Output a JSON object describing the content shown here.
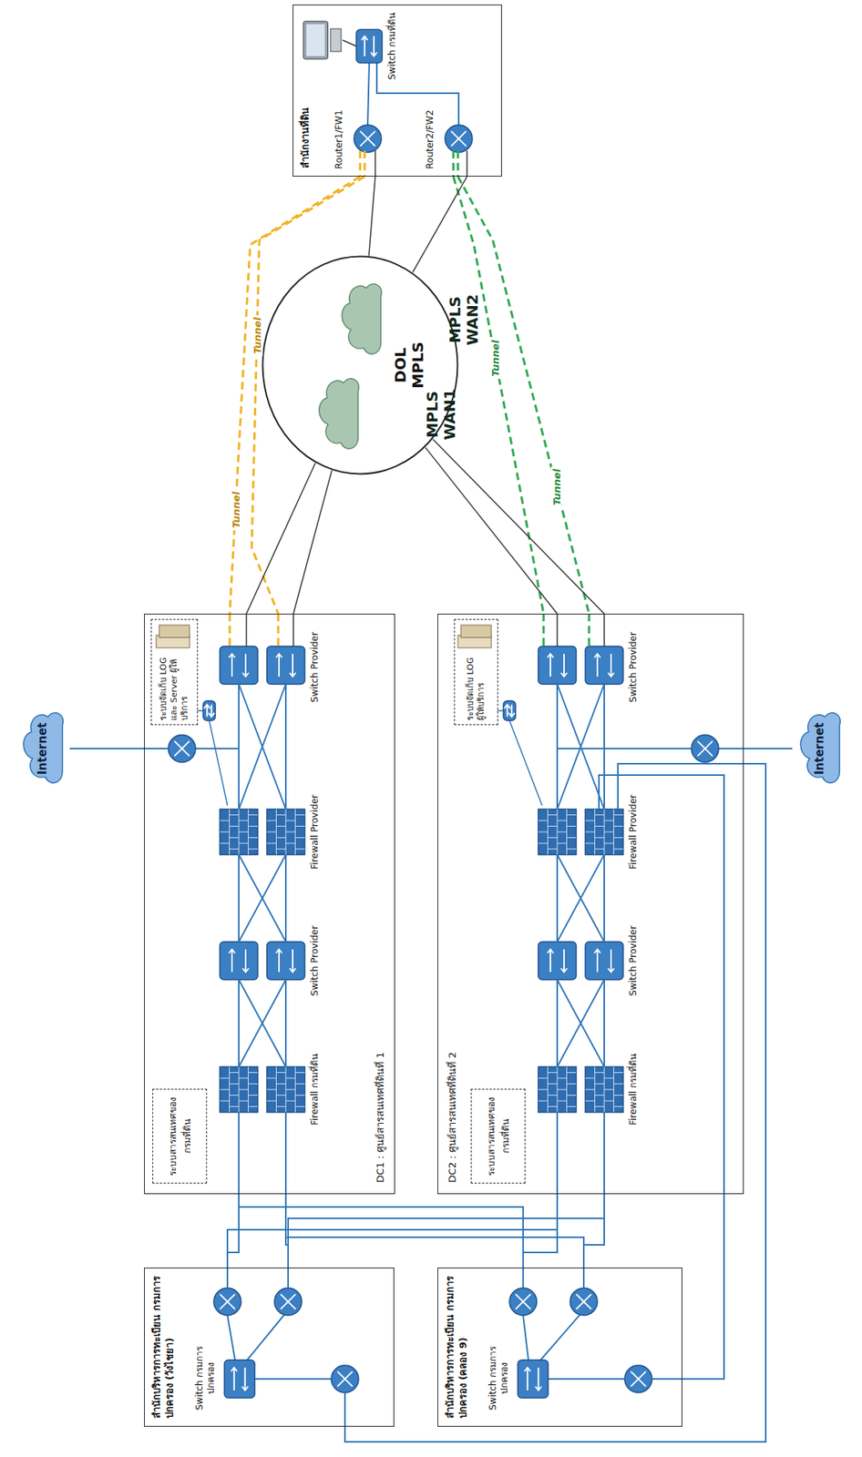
{
  "diagram": {
    "nodes": [
      {
        "text": [
          "DC1 : ศูนย์สารสนเทศที่ดินที่ 1"
        ]
      },
      {
        "text": [
          "ระบบสารสนเทศของกรมที่ดิน"
        ],
        "in": 0
      },
      {
        "text": [
          "ระบบจัดเก็บ LOG และ Server ผู้ให้บริการ"
        ],
        "in": 0
      },
      {
        "text": [
          "DC2 : ศูนย์สารสนเทศที่ดินที่ 2"
        ]
      },
      {
        "text": [
          "ระบบสารสนเทศของกรมที่ดิน"
        ],
        "in": 3
      },
      {
        "text": [
          "ระบบจัดเก็บ LOG ผู้ให้บริการ"
        ],
        "in": 3
      },
      {
        "text": [
          "Internet"
        ]
      },
      {
        "text": [
          "Internet"
        ]
      },
      {
        "text": [
          "DOL MPLS"
        ]
      },
      {
        "text": [
          "MPLS",
          "WAN1"
        ],
        "in": 8
      },
      {
        "text": [
          "MPLS",
          "WAN2"
        ],
        "in": 8
      },
      {
        "text": [
          "สำนักงานที่ดิน"
        ]
      },
      {
        "text": [
          "สำนักบริหารการทะเบียน กรมการปกครอง (วังไชยา)"
        ]
      },
      {
        "text": [
          "สำนักบริหารการทะเบียน กรมการปกครอง (คลอง 9)"
        ]
      }
    ],
    "edges": [
      {
        "from": 11,
        "to": 0,
        "label": "Tunnel",
        "arrow": "none"
      },
      {
        "from": 11,
        "to": 0,
        "label": "Tunnel",
        "arrow": "none"
      },
      {
        "from": 11,
        "to": 3,
        "label": "Tunnel",
        "arrow": "none"
      },
      {
        "from": 11,
        "to": 3,
        "label": "Tunnel",
        "arrow": "none"
      },
      {
        "from": 0,
        "to": 8,
        "arrow": "none"
      },
      {
        "from": 0,
        "to": 8,
        "arrow": "none"
      },
      {
        "from": 3,
        "to": 8,
        "arrow": "none"
      },
      {
        "from": 3,
        "to": 8,
        "arrow": "none"
      },
      {
        "from": 11,
        "to": 8,
        "arrow": "none"
      },
      {
        "from": 11,
        "to": 8,
        "arrow": "none"
      },
      {
        "from": 6,
        "to": 0,
        "arrow": "none"
      },
      {
        "from": 7,
        "to": 3,
        "arrow": "none"
      },
      {
        "from": 12,
        "to": 0,
        "arrow": "none"
      },
      {
        "from": 12,
        "to": 0,
        "arrow": "none"
      },
      {
        "from": 12,
        "to": 3,
        "arrow": "none"
      },
      {
        "from": 12,
        "to": 3,
        "arrow": "none"
      },
      {
        "from": 13,
        "to": 0,
        "arrow": "none"
      },
      {
        "from": 13,
        "to": 0,
        "arrow": "none"
      },
      {
        "from": 13,
        "to": 3,
        "arrow": "none"
      },
      {
        "from": 13,
        "to": 3,
        "arrow": "none"
      },
      {
        "from": 12,
        "to": 3,
        "arrow": "none"
      },
      {
        "from": 13,
        "to": 3,
        "arrow": "none"
      }
    ],
    "labels": [
      "Firewall กรมที่ดิน",
      "Switch Provider",
      "Firewall Provider",
      "Switch Provider",
      "Firewall กรมที่ดิน",
      "Switch Provider",
      "Firewall Provider",
      "Switch Provider",
      "Router1/FW1",
      "Router2/FW2",
      "Switch กรมที่ดิน",
      "Switch กรมการปกครอง",
      "Switch กรมการปกครอง"
    ]
  }
}
